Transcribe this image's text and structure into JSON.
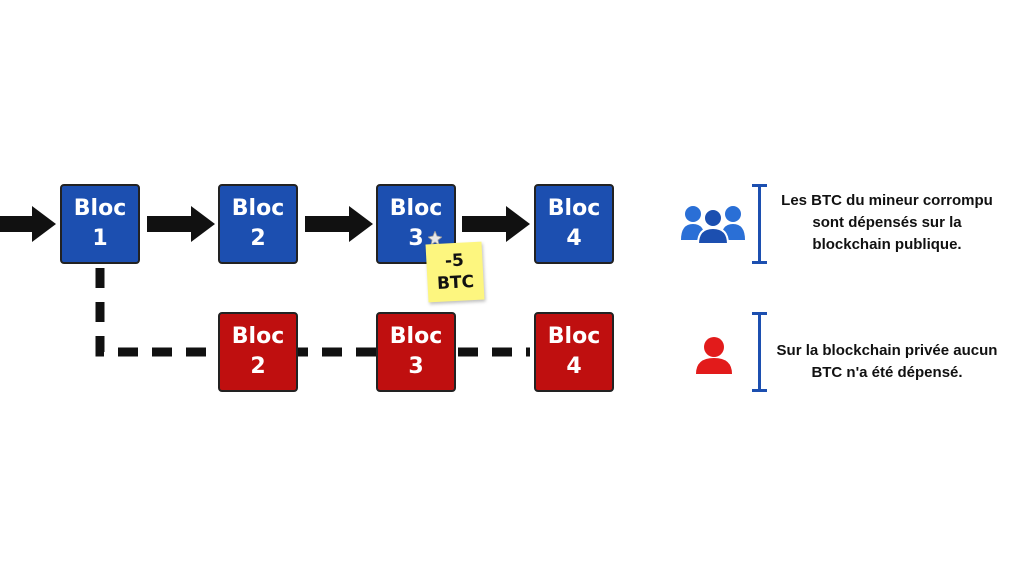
{
  "public_chain": {
    "blocks": [
      {
        "line1": "Bloc",
        "line2": "1"
      },
      {
        "line1": "Bloc",
        "line2": "2"
      },
      {
        "line1": "Bloc",
        "line2": "3"
      },
      {
        "line1": "Bloc",
        "line2": "4"
      }
    ],
    "color": "#1c4fb0"
  },
  "private_chain": {
    "blocks": [
      {
        "line1": "Bloc",
        "line2": "2"
      },
      {
        "line1": "Bloc",
        "line2": "3"
      },
      {
        "line1": "Bloc",
        "line2": "4"
      }
    ],
    "color": "#bf0f0f"
  },
  "sticky_note": {
    "line1": "-5",
    "line2": "BTC",
    "color": "#fdf67f"
  },
  "captions": {
    "public": [
      "Les BTC du mineur corrompu",
      "sont dépensés sur la",
      "blockchain publique."
    ],
    "private": [
      "Sur la blockchain privée aucun",
      "BTC n'a été dépensé."
    ]
  },
  "icons": {
    "public": "group-users-icon",
    "private": "single-user-icon"
  },
  "accent_color": "#1c4fb0"
}
